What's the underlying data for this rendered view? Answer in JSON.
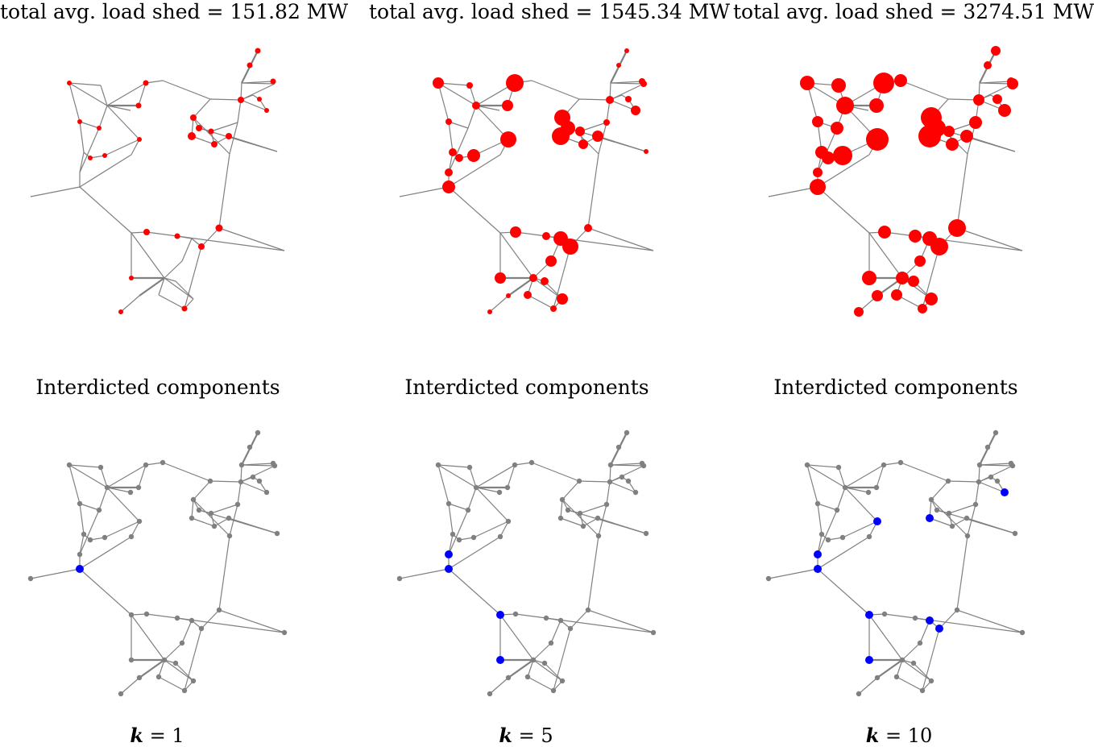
{
  "figure": {
    "top_titles": [
      "total avg. load shed = 151.82 MW",
      "total avg. load shed = 1545.34 MW",
      "total avg. load shed = 3274.51 MW"
    ],
    "middle_titles": [
      "Interdicted components",
      "Interdicted components",
      "Interdicted components"
    ],
    "bottom_labels": [
      {
        "var": "k",
        "eq": " = 1"
      },
      {
        "var": "k",
        "eq": " = 5"
      },
      {
        "var": "k",
        "eq": " = 10"
      }
    ]
  },
  "colors": {
    "edge": "#808080",
    "node": "#808080",
    "load_shed": "#ff0000",
    "interdicted": "#0000ff"
  }
}
